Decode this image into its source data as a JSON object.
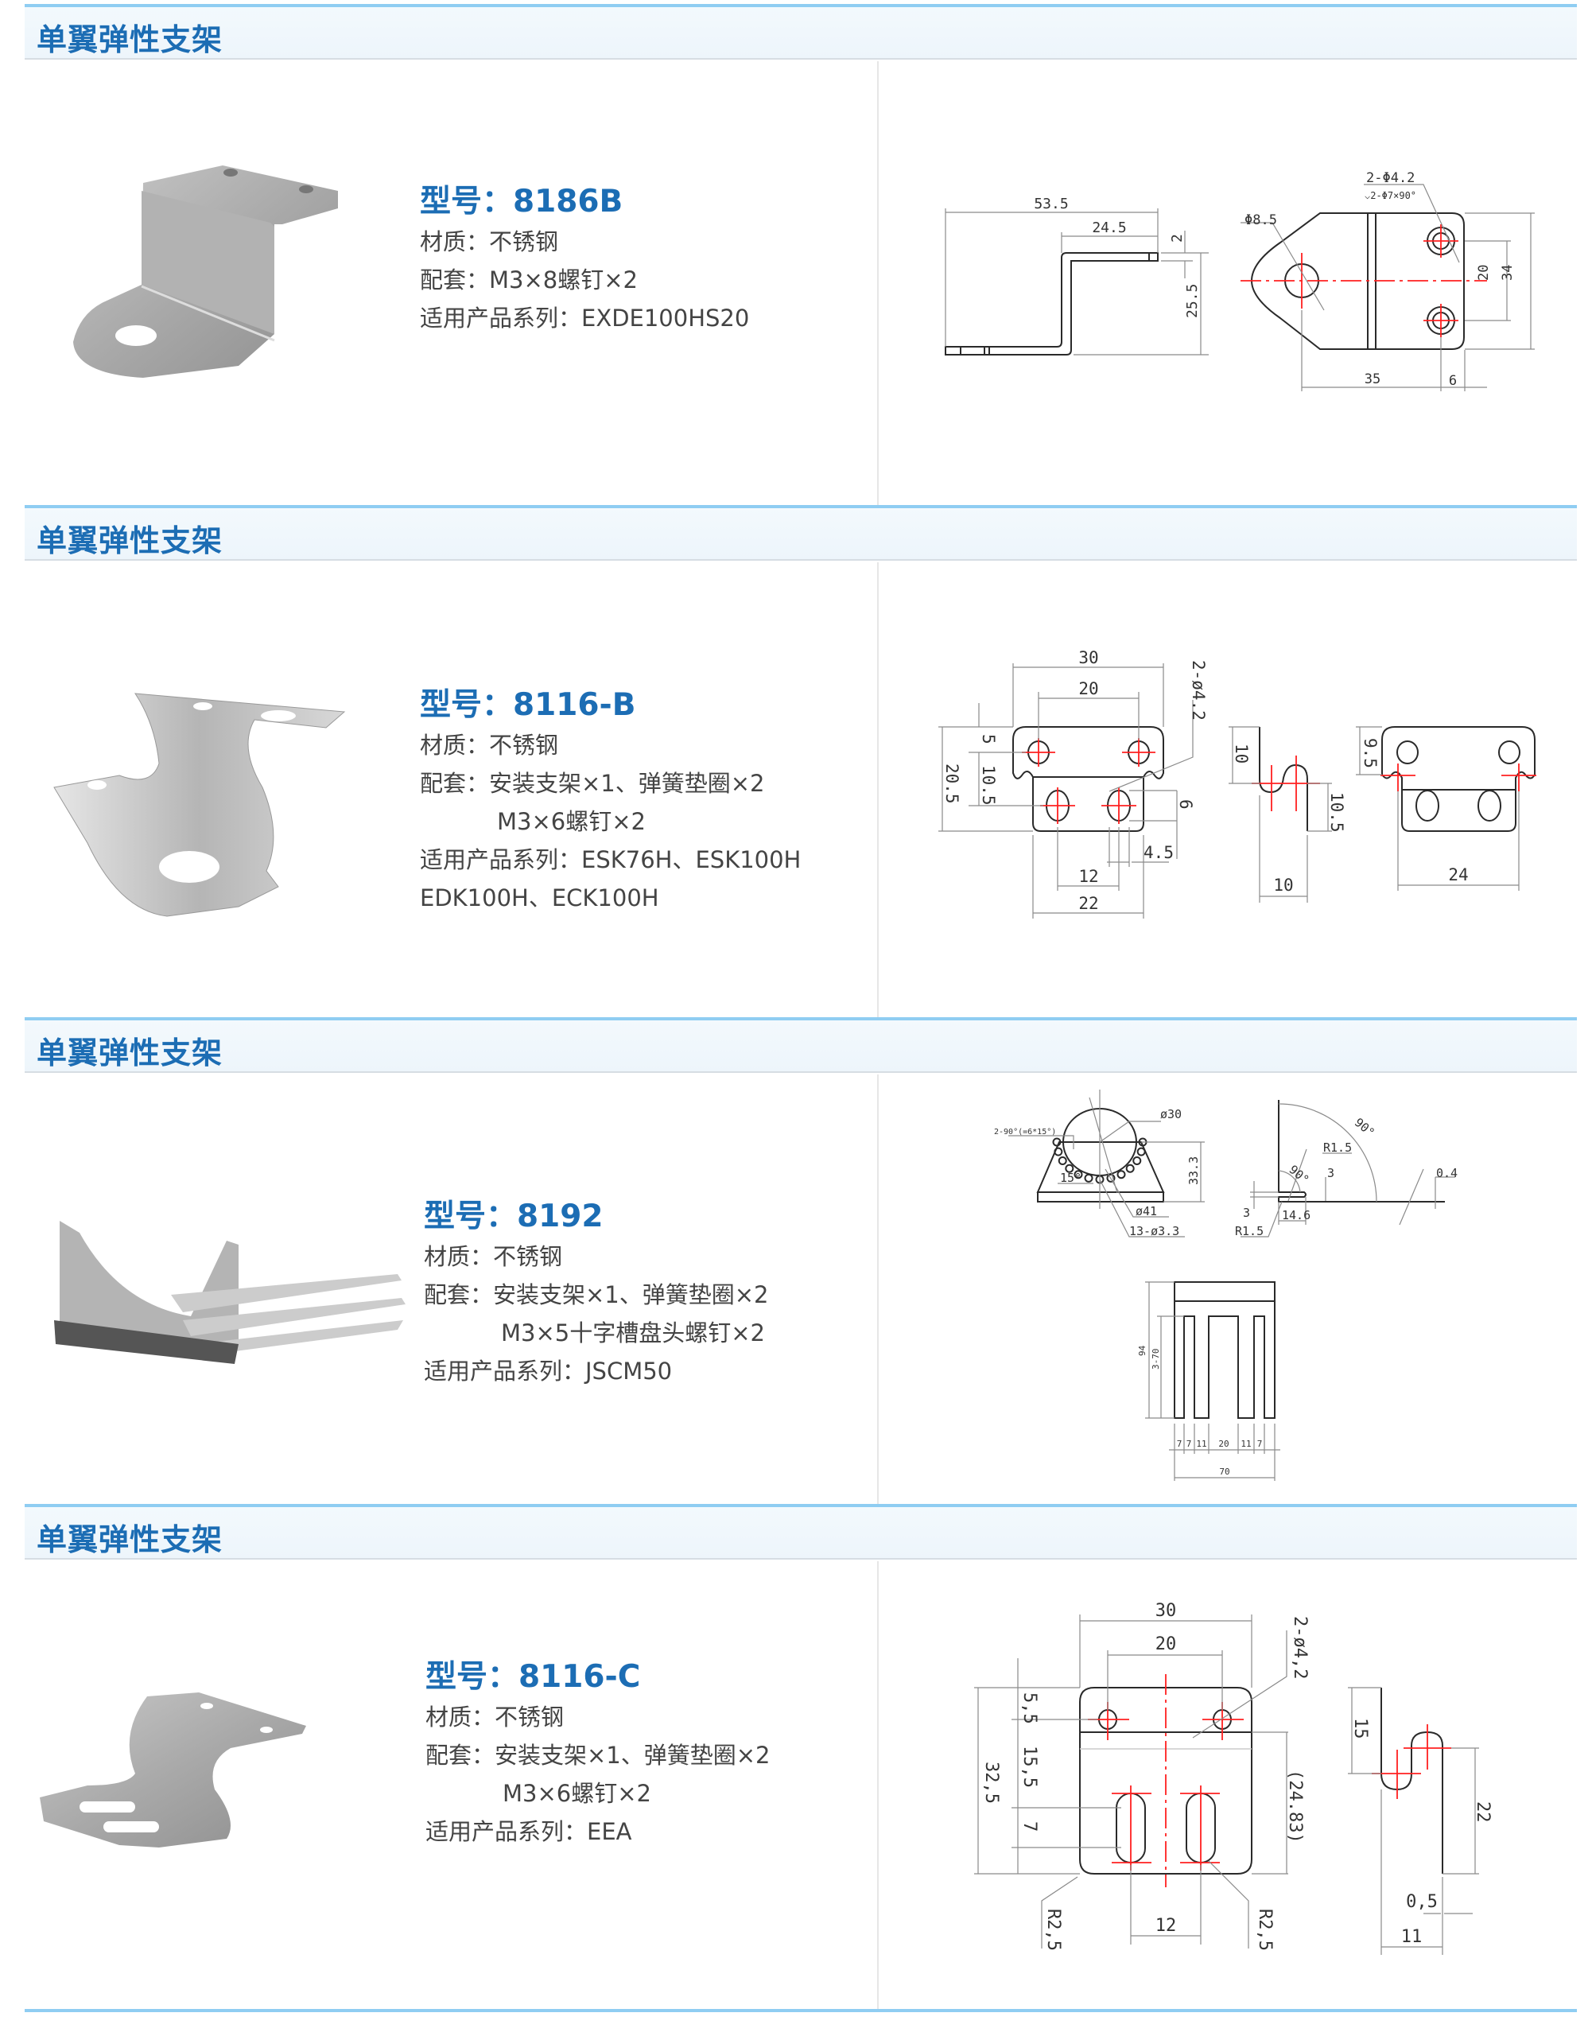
{
  "sections": [
    {
      "title": "单翼弹性支架",
      "model": "型号：8186B",
      "lines": [
        "材质：不锈钢",
        "配套：M3×8螺钉×2",
        "适用产品系列：EXDE100HS20"
      ],
      "drawing_labels": [
        "53.5",
        "24.5",
        "2",
        "25.5",
        "Φ8.5",
        "2-Φ4.2",
        "⌵2-Φ7×90°",
        "20",
        "34",
        "35",
        "6"
      ]
    },
    {
      "title": "单翼弹性支架",
      "model": "型号：8116-B",
      "lines": [
        "材质：不锈钢",
        "配套：安装支架×1、弹簧垫圈×2",
        "M3×6螺钉×2",
        "适用产品系列：ESK76H、ESK100H",
        "EDK100H、ECK100H"
      ],
      "drawing_labels": [
        "30",
        "20",
        "2-ø4.2",
        "5",
        "20.5",
        "10.5",
        "6",
        "4.5",
        "12",
        "22",
        "10",
        "10.5",
        "10",
        "9.5",
        "24"
      ]
    },
    {
      "title": "单翼弹性支架",
      "model": "型号：8192",
      "lines": [
        "材质：不锈钢",
        "配套：安装支架×1、弹簧垫圈×2",
        "M3×5十字槽盘头螺钉×2",
        "适用产品系列：JSCM50"
      ],
      "drawing_labels": [
        "ø30",
        "2-90°(=6*15°)",
        "15°",
        "33.3",
        "ø41",
        "13-ø3.3",
        "90°",
        "R1.5",
        "90°",
        "3",
        "0.4",
        "3",
        "14.6",
        "R1.5",
        "94",
        "3-70",
        "7",
        "7",
        "11",
        "20",
        "11",
        "7",
        "70"
      ]
    },
    {
      "title": "单翼弹性支架",
      "model": "型号：8116-C",
      "lines": [
        "材质：不锈钢",
        "配套：安装支架×1、弹簧垫圈×2",
        "M3×6螺钉×2",
        "适用产品系列：EEA"
      ],
      "drawing_labels": [
        "30",
        "20",
        "2-ø4,2",
        "5,5",
        "15,5",
        "32,5",
        "7",
        "(24.83)",
        "R2,5",
        "12",
        "R2,5",
        "15",
        "22",
        "0,5",
        "11"
      ]
    }
  ],
  "colors": {
    "accent": "#1c6db4",
    "header_line": "#8fcdf2",
    "centerline": "#ff2020"
  }
}
